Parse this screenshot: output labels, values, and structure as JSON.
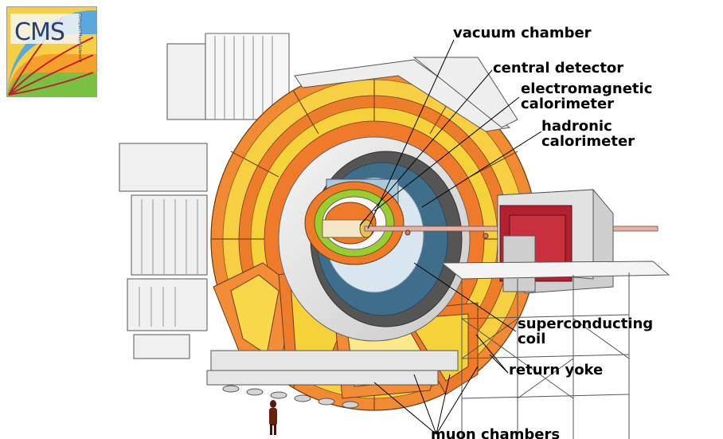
{
  "logo": {
    "text": "CMS",
    "subtitle": "Compact Muon Solenoid"
  },
  "labels": {
    "vacuum_chamber": "vacuum chamber",
    "central_detector": "central detector",
    "em_calorimeter_line1": "electromagnetic",
    "em_calorimeter_line2": "calorimeter",
    "hadronic_line1": "hadronic",
    "hadronic_line2": "calorimeter",
    "sc_coil_line1": "superconducting",
    "sc_coil_line2": "coil",
    "return_yoke": "return yoke",
    "muon_chambers": "muon chambers"
  },
  "colors": {
    "orange": "#ef7a2a",
    "yellow": "#f6d23a",
    "light_yellow": "#fbe98a",
    "red_magnet": "#b3202f",
    "blue_shell": "#3f6e8a",
    "green_ring": "#9acd32",
    "steel": "#d8d8d8"
  }
}
